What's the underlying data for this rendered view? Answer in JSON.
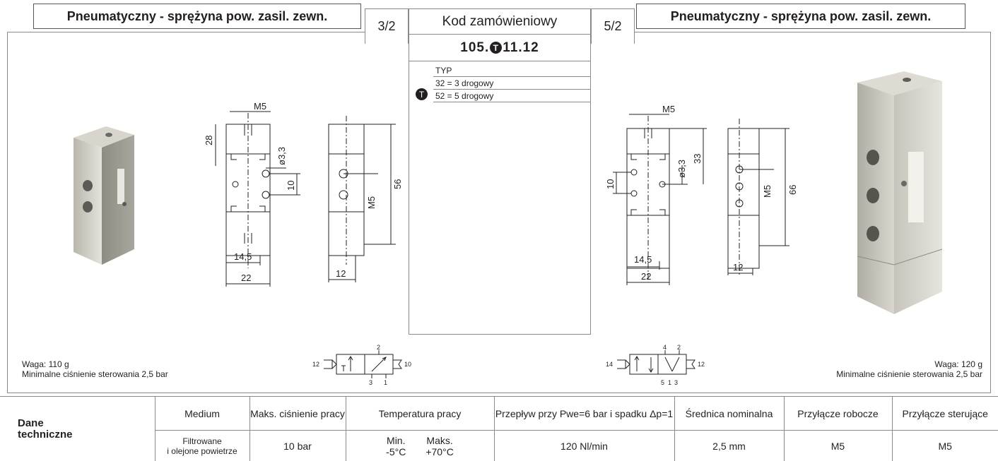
{
  "header": {
    "left_title": "Pneumatyczny - sprężyna pow. zasil. zewn.",
    "right_title": "Pneumatyczny - sprężyna pow. zasil. zewn.",
    "left_ratio": "3/2",
    "right_ratio": "5/2"
  },
  "order_code": {
    "heading": "Kod zamówieniowy",
    "prefix": "105.",
    "symbol": "T",
    "suffix": "11.12",
    "typ_label": "TYP",
    "options": [
      "32 = 3 drogowy",
      "52 = 5 drogowy"
    ]
  },
  "left_drawing": {
    "dims": [
      "M5",
      "28",
      "ø3,3",
      "10",
      "M5",
      "56",
      "14,5",
      "22",
      "12"
    ]
  },
  "right_drawing": {
    "dims": [
      "M5",
      "ø3,3",
      "33",
      "10",
      "M5",
      "66",
      "14,5",
      "22",
      "12"
    ]
  },
  "left_note": {
    "weight": "Waga: 110 g",
    "pressure": "Minimalne ciśnienie sterowania 2,5 bar"
  },
  "right_note": {
    "weight": "Waga: 120 g",
    "pressure": "Minimalne ciśnienie sterowania 2,5 bar"
  },
  "symbol_left": {
    "port_ctrl": "12",
    "port_exh": "10",
    "port_out": "2",
    "port_a": "3",
    "port_b": "1"
  },
  "symbol_right": {
    "port_ctrl": "14",
    "port_exh": "12",
    "port_a": "4",
    "port_b": "2",
    "port_c": "5",
    "port_d": "1",
    "port_e": "3"
  },
  "specs": {
    "section_label_1": "Dane",
    "section_label_2": "techniczne",
    "headers": [
      "Medium",
      "Maks. ciśnienie pracy",
      "Temperatura pracy",
      "Przepływ przy Pwe=6 bar i spadku Δp=1",
      "Średnica nominalna",
      "Przyłącze robocze",
      "Przyłącze sterujące"
    ],
    "medium_1": "Filtrowane",
    "medium_2": "i olejone powietrze",
    "pressure": "10 bar",
    "temp_min_label": "Min.",
    "temp_min": "-5°C",
    "temp_max_label": "Maks.",
    "temp_max": "+70°C",
    "flow": "120 Nl/min",
    "diameter": "2,5 mm",
    "port_work": "M5",
    "port_ctrl": "M5"
  }
}
